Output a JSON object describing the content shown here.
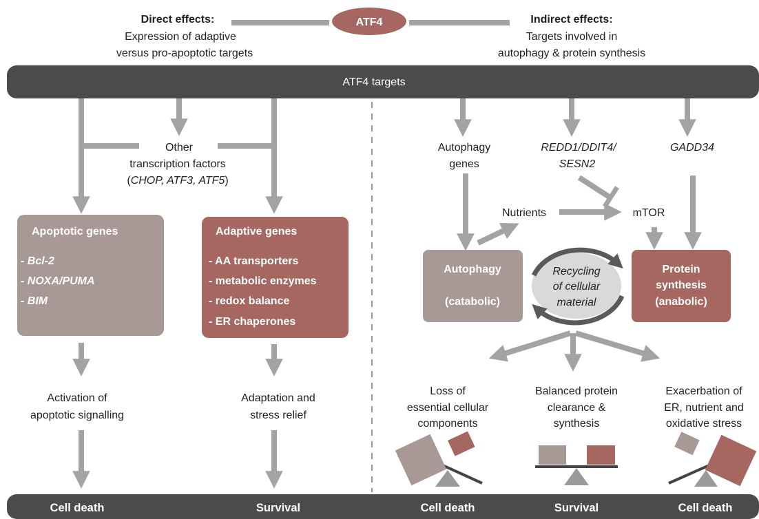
{
  "colors": {
    "bar": "#4a4b4d",
    "arrow": "#a3a3a3",
    "pro_apoptotic": "#a89896",
    "adaptive": "#a5675f",
    "atf4_node": "#a5675f",
    "recycling_fill": "#d9d9d9",
    "recycling_arrow": "#5a5a5a"
  },
  "atf4": {
    "label": "ATF4"
  },
  "direct": {
    "title": "Direct effects:",
    "line1": "Expression of adaptive",
    "line2": "versus pro-apoptotic targets"
  },
  "indirect": {
    "title": "Indirect effects:",
    "line1": "Targets involved in",
    "line2": "autophagy & protein synthesis"
  },
  "targets_bar": {
    "label": "ATF4 targets"
  },
  "other_tf": {
    "line1": "Other",
    "line2": "transcription factors",
    "line3_open": "(",
    "line3_italic": "CHOP, ATF3, ATF5",
    "line3_close": ")"
  },
  "apoptotic": {
    "title": "Apoptotic genes",
    "items": [
      "- Bcl-2",
      "- NOXA/PUMA",
      "- BIM"
    ]
  },
  "adaptive": {
    "title": "Adaptive genes",
    "items": [
      "- AA transporters",
      "- metabolic enzymes",
      "- redox balance",
      "- ER chaperones"
    ]
  },
  "outcomes_left": {
    "activation_line1": "Activation of",
    "activation_line2": "apoptotic signalling",
    "adaptation_line1": "Adaptation and",
    "adaptation_line2": "stress relief"
  },
  "indirect_targets": {
    "autophagy_genes_line1": "Autophagy",
    "autophagy_genes_line2": "genes",
    "redd1_line1": "REDD1/DDIT4/",
    "redd1_line2": "SESN2",
    "gadd34": "GADD34",
    "nutrients": "Nutrients",
    "mtor": "mTOR"
  },
  "autophagy_box": {
    "title": "Autophagy",
    "subtitle": "(catabolic)"
  },
  "protein_box": {
    "line1": "Protein",
    "line2": "synthesis",
    "line3": "(anabolic)"
  },
  "recycling": {
    "line1": "Recycling",
    "line2": "of cellular",
    "line3": "material"
  },
  "outcomes_right": {
    "loss_line1": "Loss of",
    "loss_line2": "essential cellular",
    "loss_line3": "components",
    "balanced_line1": "Balanced protein",
    "balanced_line2": "clearance &",
    "balanced_line3": "synthesis",
    "exacerbation_line1": "Exacerbation of",
    "exacerbation_line2": "ER, nutrient and",
    "exacerbation_line3": "oxidative stress"
  },
  "bottom_bar": {
    "labels": [
      "Cell death",
      "Survival",
      "Cell death",
      "Survival",
      "Cell death"
    ]
  }
}
